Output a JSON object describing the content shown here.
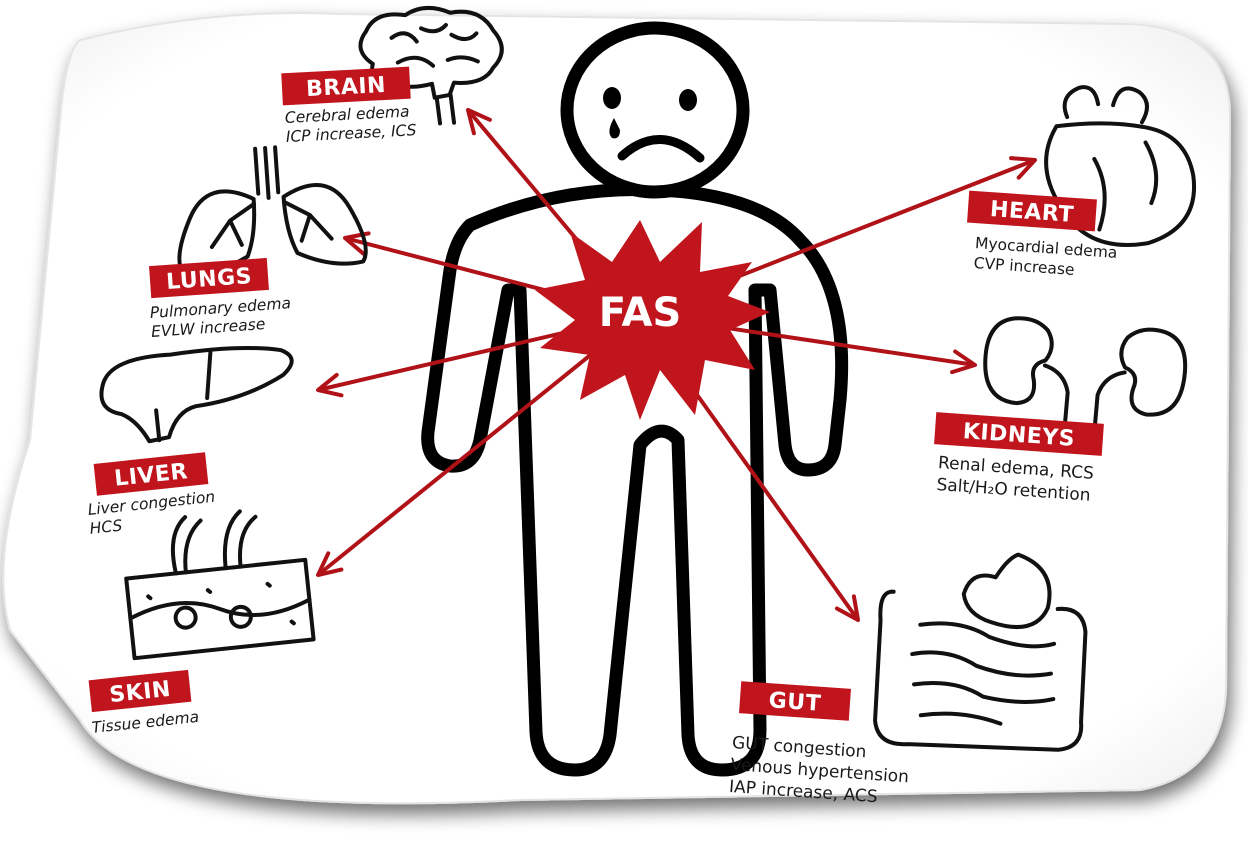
{
  "center_label": "FAS",
  "colors": {
    "accent": "#c0151c",
    "arrow": "#b01218",
    "label_text": "#ffffff",
    "outline": "#000000",
    "background": "#ffffff"
  },
  "organs": {
    "brain": {
      "title": "BRAIN",
      "line1": "Cerebral edema",
      "line2": "ICP increase, ICS",
      "icon": "brain-icon"
    },
    "lungs": {
      "title": "LUNGS",
      "line1": "Pulmonary edema",
      "line2": "EVLW increase",
      "icon": "lungs-icon"
    },
    "liver": {
      "title": "LIVER",
      "line1": "Liver congestion",
      "line2": "HCS",
      "icon": "liver-icon"
    },
    "skin": {
      "title": "SKIN",
      "line1": "Tissue edema",
      "icon": "skin-icon"
    },
    "heart": {
      "title": "HEART",
      "line1": "Myocardial edema",
      "line2": "CVP increase",
      "icon": "heart-icon"
    },
    "kidneys": {
      "title": "KIDNEYS",
      "line1": "Renal edema, RCS",
      "line2": "Salt/H₂O retention",
      "icon": "kidneys-icon"
    },
    "gut": {
      "title": "GUT",
      "line1": "GUT congestion",
      "line2": "Venous hypertension",
      "line3": "IAP increase, ACS",
      "icon": "gut-icon"
    }
  }
}
